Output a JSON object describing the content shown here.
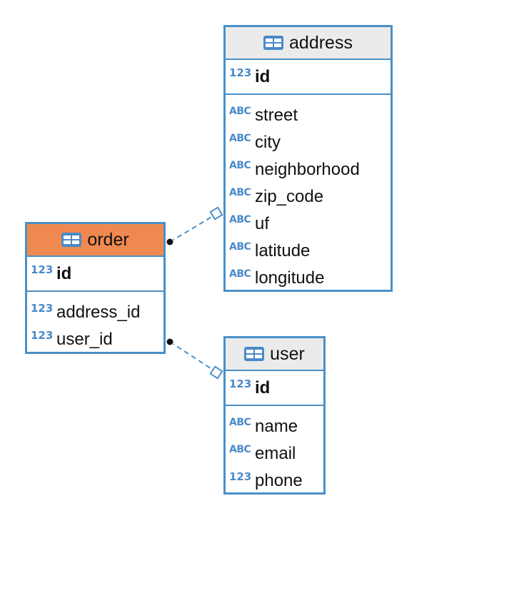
{
  "entities": {
    "address": {
      "name": "address",
      "pk": {
        "type": "123",
        "name": "id"
      },
      "columns": [
        {
          "type": "ABC",
          "name": "street"
        },
        {
          "type": "ABC",
          "name": "city"
        },
        {
          "type": "ABC",
          "name": "neighborhood"
        },
        {
          "type": "ABC",
          "name": "zip_code"
        },
        {
          "type": "ABC",
          "name": "uf"
        },
        {
          "type": "ABC",
          "name": "latitude"
        },
        {
          "type": "ABC",
          "name": "longitude"
        }
      ]
    },
    "order": {
      "name": "order",
      "pk": {
        "type": "123",
        "name": "id"
      },
      "columns": [
        {
          "type": "123",
          "name": "address_id"
        },
        {
          "type": "123",
          "name": "user_id"
        }
      ]
    },
    "user": {
      "name": "user",
      "pk": {
        "type": "123",
        "name": "id"
      },
      "columns": [
        {
          "type": "ABC",
          "name": "name"
        },
        {
          "type": "ABC",
          "name": "email"
        },
        {
          "type": "123",
          "name": "phone"
        }
      ]
    }
  },
  "relationships": [
    {
      "from": "order",
      "to": "address"
    },
    {
      "from": "order",
      "to": "user"
    }
  ],
  "colors": {
    "border": "#4a90c8",
    "header": "#ebebeb",
    "selected_header": "#f0894f",
    "type_icon": "#4a8ac8",
    "connector": "#4a90c8"
  },
  "icons": {
    "table": "table-grid-icon",
    "numeric": "numeric-type-icon",
    "text": "text-type-icon"
  }
}
